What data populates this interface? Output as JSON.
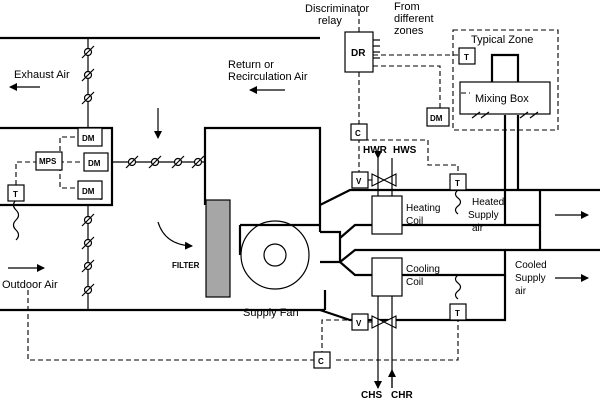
{
  "labels": {
    "discriminator_relay": [
      "Discriminator",
      "relay"
    ],
    "from_zones": [
      "From",
      "different",
      "zones"
    ],
    "typical_zone": "Typical Zone",
    "mixing_box": "Mixing Box",
    "exhaust_air": "Exhaust Air",
    "return_air": [
      "Return or",
      "Recirculation Air"
    ],
    "outdoor_air": "Outdoor Air",
    "filter": "FILTER",
    "supply_fan": "Supply Fan",
    "heating_coil": [
      "Heating",
      "Coil"
    ],
    "cooling_coil": [
      "Cooling",
      "Coil"
    ],
    "heated_supply": [
      "Heated",
      "Supply",
      "air"
    ],
    "cooled_supply": [
      "Cooled",
      "Supply",
      "air"
    ],
    "hwr": "HWR",
    "hws": "HWS",
    "chs": "CHS",
    "chr": "CHR"
  },
  "devices": {
    "dr": "DR",
    "dm": "DM",
    "mps": "MPS",
    "t": "T",
    "c": "C",
    "v": "V"
  }
}
